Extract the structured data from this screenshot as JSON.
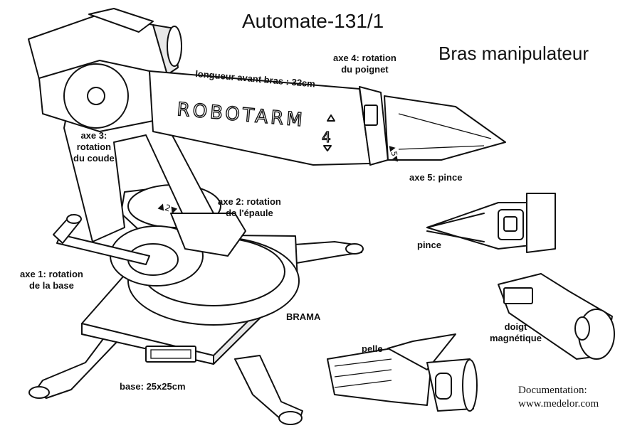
{
  "title": "Automate-131/1",
  "subtitle": "Bras manipulateur",
  "arm_logo": "ROBOTARM",
  "labels": {
    "axe4": [
      "axe 4: rotation",
      "du poignet"
    ],
    "longueur": "longueur avant bras : 32cm",
    "axe3": [
      "axe 3:",
      "rotation",
      "du coude"
    ],
    "axe5": "axe 5: pince",
    "axe2": [
      "axe 2: rotation",
      "de l'épaule"
    ],
    "axe1": [
      "axe 1: rotation",
      "de la base"
    ],
    "brama": "BRAMA",
    "base": "base: 25x25cm",
    "pince": "pince",
    "pelle": "pelle",
    "doigt": [
      "doigt",
      "magnétique"
    ]
  },
  "documentation": [
    "Documentation:",
    "www.medelor.com"
  ]
}
